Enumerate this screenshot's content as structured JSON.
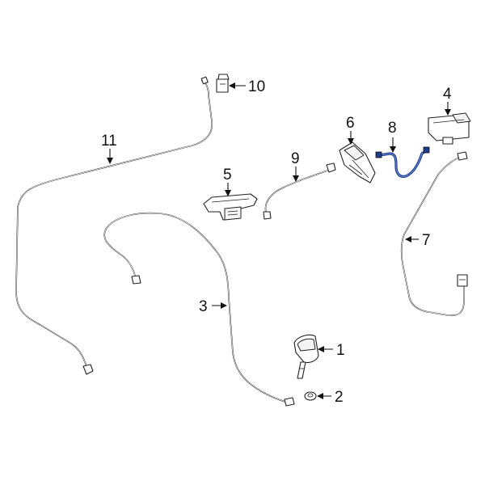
{
  "diagram": {
    "callouts": [
      {
        "id": "1",
        "label": "1"
      },
      {
        "id": "2",
        "label": "2"
      },
      {
        "id": "3",
        "label": "3"
      },
      {
        "id": "4",
        "label": "4"
      },
      {
        "id": "5",
        "label": "5"
      },
      {
        "id": "6",
        "label": "6"
      },
      {
        "id": "7",
        "label": "7"
      },
      {
        "id": "8",
        "label": "8"
      },
      {
        "id": "9",
        "label": "9"
      },
      {
        "id": "10",
        "label": "10"
      },
      {
        "id": "11",
        "label": "11"
      }
    ],
    "highlighted_part": "8",
    "colors": {
      "line": "#222222",
      "highlight": "#1f3c8a",
      "background": "#ffffff"
    }
  }
}
